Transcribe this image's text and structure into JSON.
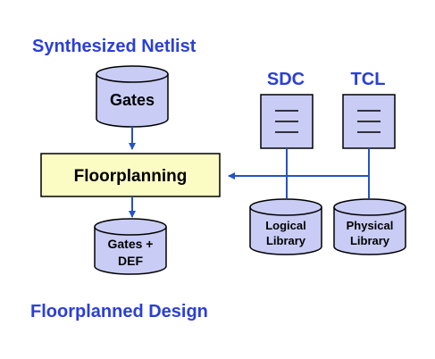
{
  "titles": {
    "input": "Synthesized Netlist",
    "output": "Floorplanned Design"
  },
  "nodes": {
    "gates": "Gates",
    "floorplanning": "Floorplanning",
    "gates_def_line1": "Gates +",
    "gates_def_line2": "DEF",
    "sdc": "SDC",
    "tcl": "TCL",
    "logical_library_line1": "Logical",
    "logical_library_line2": "Library",
    "physical_library_line1": "Physical",
    "physical_library_line2": "Library"
  },
  "colors": {
    "title_blue": "#2b3fd6",
    "cylinder_fill": "#c9ccf4",
    "document_fill": "#c9ccf4",
    "process_fill": "#fbfbc4",
    "arrow_blue": "#2452c8",
    "outline": "#000000"
  }
}
